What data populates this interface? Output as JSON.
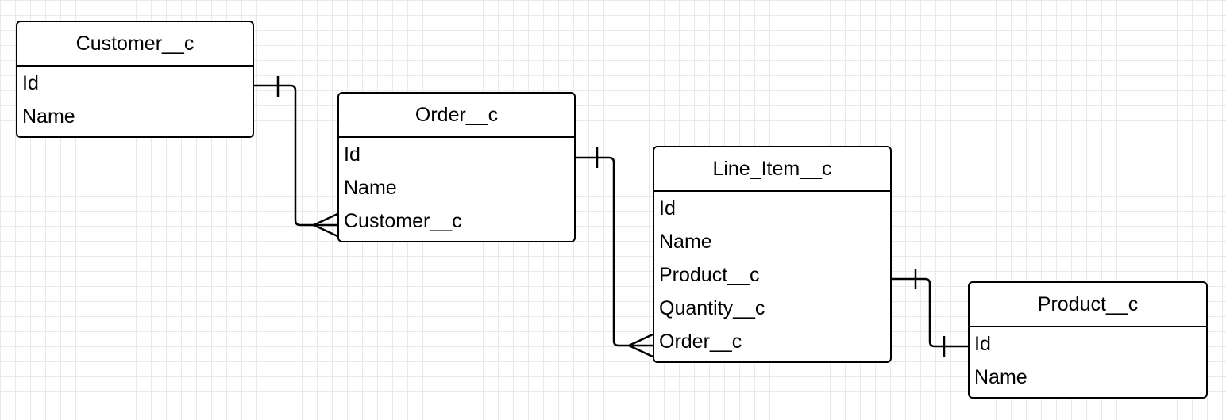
{
  "diagram": {
    "entities": [
      {
        "id": "customer",
        "title": "Customer__c",
        "fields": [
          "Id",
          "Name"
        ]
      },
      {
        "id": "order",
        "title": "Order__c",
        "fields": [
          "Id",
          "Name",
          "Customer__c"
        ]
      },
      {
        "id": "lineitem",
        "title": "Line_Item__c",
        "fields": [
          "Id",
          "Name",
          "Product__c",
          "Quantity__c",
          "Order__c"
        ]
      },
      {
        "id": "product",
        "title": "Product__c",
        "fields": [
          "Id",
          "Name"
        ]
      }
    ],
    "relationships": [
      {
        "from": "customer",
        "from_cardinality": "one",
        "to": "order",
        "to_field": "Customer__c",
        "to_cardinality": "many"
      },
      {
        "from": "order",
        "from_cardinality": "one",
        "to": "lineitem",
        "to_field": "Order__c",
        "to_cardinality": "many"
      },
      {
        "from": "lineitem",
        "from_field": "Product__c",
        "from_cardinality": "one",
        "to": "product",
        "to_field": "Id",
        "to_cardinality": "one"
      }
    ]
  }
}
